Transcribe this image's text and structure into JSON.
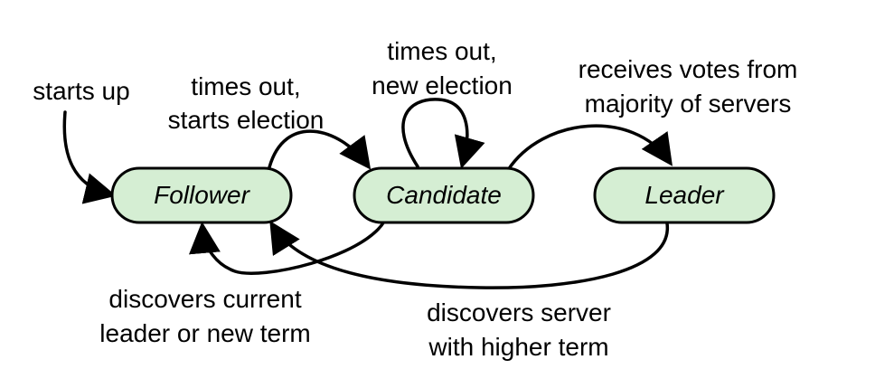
{
  "states": {
    "follower": "Follower",
    "candidate": "Candidate",
    "leader": "Leader"
  },
  "labels": {
    "starts_up": "starts up",
    "times_out_1": "times out,",
    "starts_election": "starts election",
    "times_out_2": "times out,",
    "new_election": "new election",
    "receives_votes": "receives votes from",
    "majority": "majority of servers",
    "discovers_current": "discovers current",
    "leader_or_new_term": "leader or new term",
    "discovers_server": "discovers server",
    "with_higher_term": "with higher term"
  },
  "colors": {
    "state_fill": "#d5eed3",
    "stroke": "#000000"
  }
}
